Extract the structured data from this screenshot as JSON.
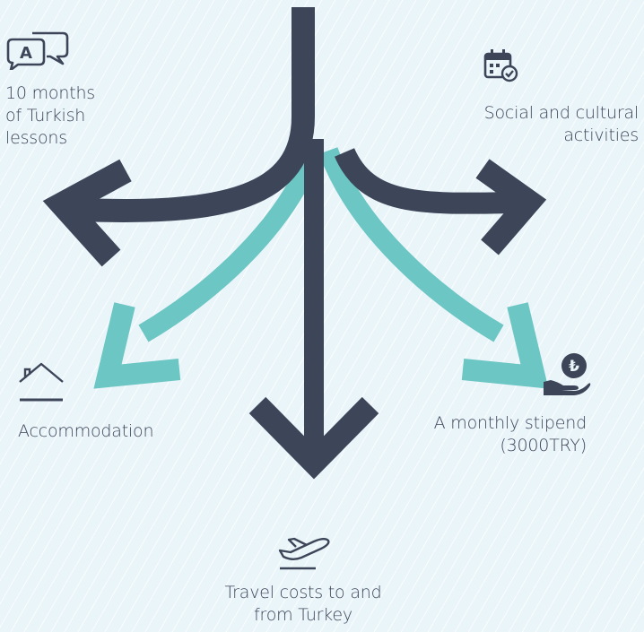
{
  "colors": {
    "dark_arrow": "#3d4559",
    "teal_arrow": "#6cc6c4",
    "background": "#eaf5fa"
  },
  "benefits": [
    {
      "icon": "chat-icon",
      "lines": [
        "10 months",
        "of Turkish",
        "lessons"
      ]
    },
    {
      "icon": "calendar-check-icon",
      "lines": [
        "Social and cultural",
        "activities"
      ]
    },
    {
      "icon": "house-icon",
      "lines": [
        "Accommodation"
      ]
    },
    {
      "icon": "lira-coin-hand-icon",
      "lines": [
        "A monthly stipend",
        "(3000TRY)"
      ],
      "coin_symbol": "₺"
    },
    {
      "icon": "airplane-icon",
      "lines": [
        "Travel costs to and",
        "from Turkey"
      ]
    }
  ],
  "chat_icon_letter": "A"
}
